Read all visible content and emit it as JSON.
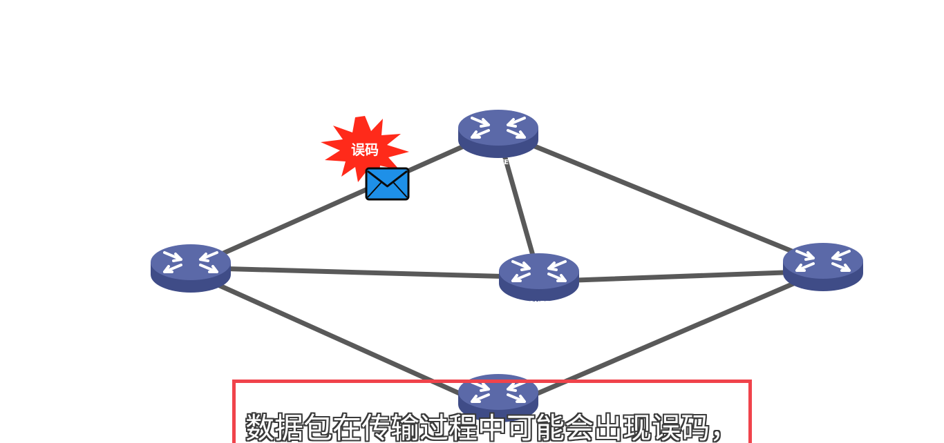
{
  "diagram": {
    "router_label": "ROUTER",
    "error_label": "误码",
    "link_color": "#595959",
    "router_top_color": "#5b69a8",
    "router_side_color": "#3f4c87",
    "burst_color": "#ff2a1a",
    "envelope_color": "#1e90e8"
  },
  "subtitle": {
    "text": "数据包在传输过程中可能会出现误码，",
    "border_color": "#f0434b"
  }
}
